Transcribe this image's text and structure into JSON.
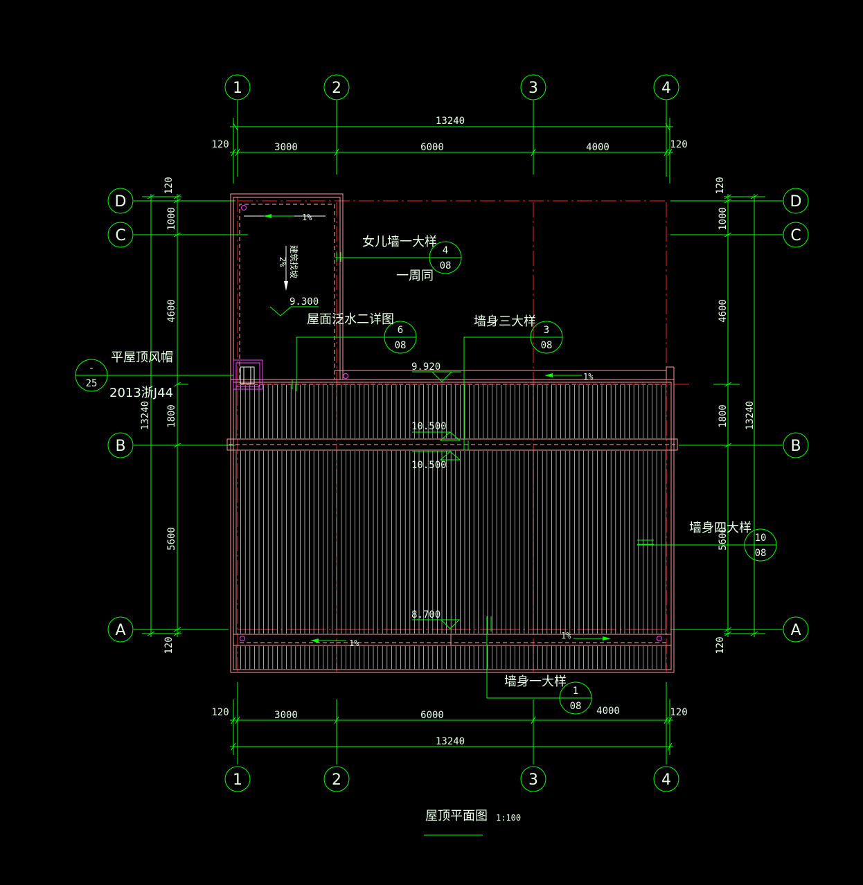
{
  "axes": {
    "cols": [
      "1",
      "2",
      "3",
      "4"
    ],
    "rows": [
      "D",
      "C",
      "B",
      "A"
    ]
  },
  "dims": {
    "top_total": "13240",
    "top_left_edge": "120",
    "top_right_edge": "120",
    "top_spans": [
      "3000",
      "6000",
      "4000"
    ],
    "bottom_total": "13240",
    "bottom_left_edge": "120",
    "bottom_right_edge": "120",
    "bottom_spans": [
      "3000",
      "6000",
      "4000"
    ],
    "left_top_edge": "120",
    "left_spans": [
      "1000",
      "4600",
      "1800",
      "5600"
    ],
    "left_bottom_edge": "120",
    "left_total": "13240",
    "right_top_edge": "120",
    "right_spans": [
      "1000",
      "4600",
      "1800",
      "5600"
    ],
    "right_bottom_edge": "120",
    "right_total": "13240"
  },
  "elevations": {
    "e1": "9.300",
    "e2": "9.920",
    "e3": "10.500",
    "e4": "10.500",
    "e5": "8.700"
  },
  "slopes": {
    "s1": "1%",
    "s2": "2%",
    "s2_note": "建筑找坡",
    "s3": "1%",
    "s4": "1%",
    "s5": "1%"
  },
  "callouts": {
    "parapet": {
      "label": "女儿墙一大样",
      "num": "4",
      "sheet": "08",
      "note": "一周同"
    },
    "roof_flash": {
      "label": "屋面泛水二详图",
      "num": "6",
      "sheet": "08"
    },
    "wall3": {
      "label": "墙身三大样",
      "num": "3",
      "sheet": "08"
    },
    "vent": {
      "label": "平屋顶风帽",
      "num": "-",
      "sheet": "25",
      "atlas": "2013浙J44"
    },
    "wall4": {
      "label": "墙身四大样",
      "num": "10",
      "sheet": "08"
    },
    "wall1": {
      "label": "墙身一大样",
      "num": "1",
      "sheet": "08"
    }
  },
  "title": {
    "name": "屋顶平面图",
    "scale": "1:100"
  },
  "colors": {
    "dim": "#00ff00",
    "axis_line": "#ff2020",
    "roof": "#ff9b9b"
  }
}
